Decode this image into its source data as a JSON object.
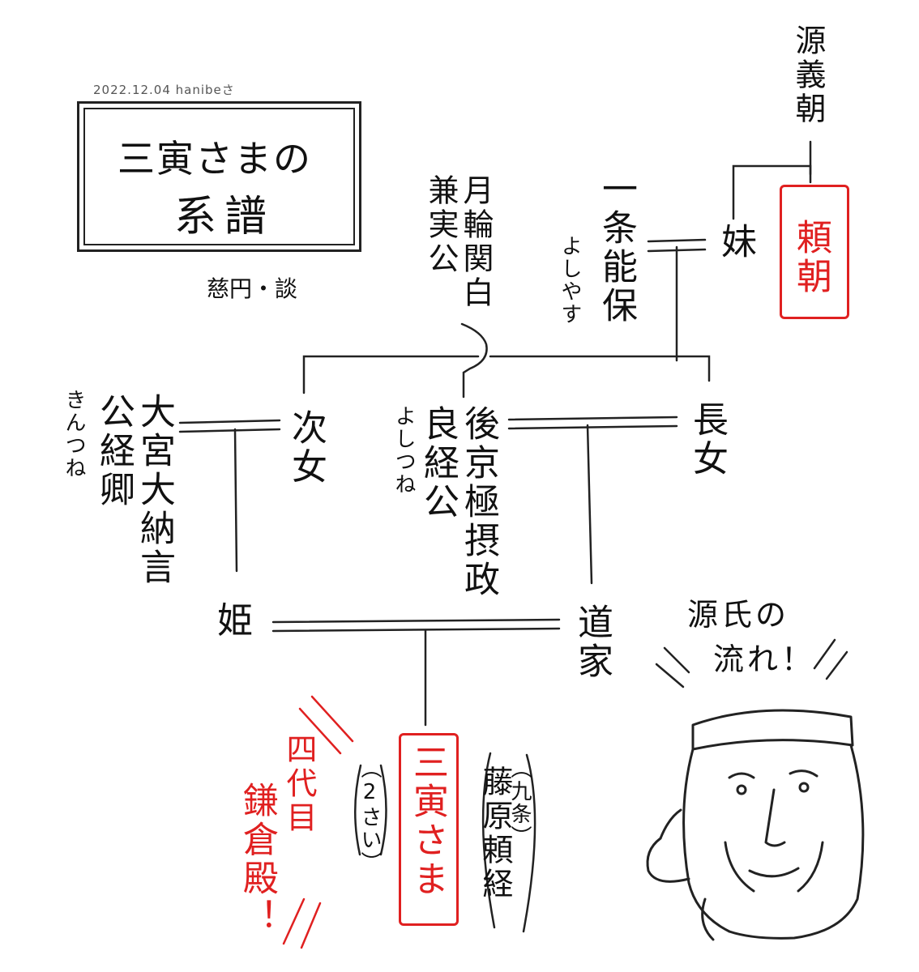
{
  "header": {
    "date_author": "2022.12.04 hanibeさ",
    "title_line1": "三寅さまの",
    "title_line2": "系譜",
    "credit": "慈円・談"
  },
  "people": {
    "minamoto_yoshitomo": "源義朝",
    "imouto": "妹",
    "yoritomo": "頼朝",
    "ichijo_yoshiyasu": "一条能保",
    "yoshiyasu_reading": "よしやす",
    "tsukinowa_kanezane": {
      "line1": "月輪関白",
      "line2": "兼実公"
    },
    "choujo": "長女",
    "jijo": "次女",
    "gokyogoku_yoshitsune": {
      "line1": "後京極摂政",
      "line2": "良経公"
    },
    "yoshitsune_reading": "よしつね",
    "omiya_kintsune": {
      "line1": "大宮大納言",
      "line2": "公経卿"
    },
    "kintsune_reading": "きんつね",
    "hime": "姫",
    "michiie": "道家",
    "mitora": "三寅さま",
    "mitora_age": "（2さい）",
    "fujiwara_yoritsune": "藤原頼経",
    "kujo": "（九条）",
    "shidaime": "四代目",
    "kamakuradono": "鎌倉殿！"
  },
  "commentary": {
    "genji_line1": "源氏の",
    "genji_line2": "流れ！"
  },
  "colors": {
    "ink": "#111111",
    "accent_red": "#e02020"
  }
}
